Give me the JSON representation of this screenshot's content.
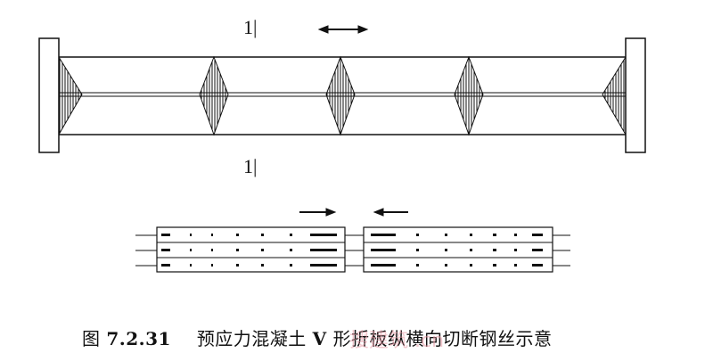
{
  "section_label_top": "1|",
  "section_label_bottom": "1|",
  "caption": {
    "prefix": "图",
    "number": "7.2.31",
    "title_part1": "预应力混凝土",
    "title_v": "V",
    "title_part2": "形折板纵横向切断钢丝示意"
  },
  "watermark": "搜建筑 .cn",
  "colors": {
    "line": "#111111",
    "background": "#ffffff",
    "watermark": "#e89aa6"
  }
}
